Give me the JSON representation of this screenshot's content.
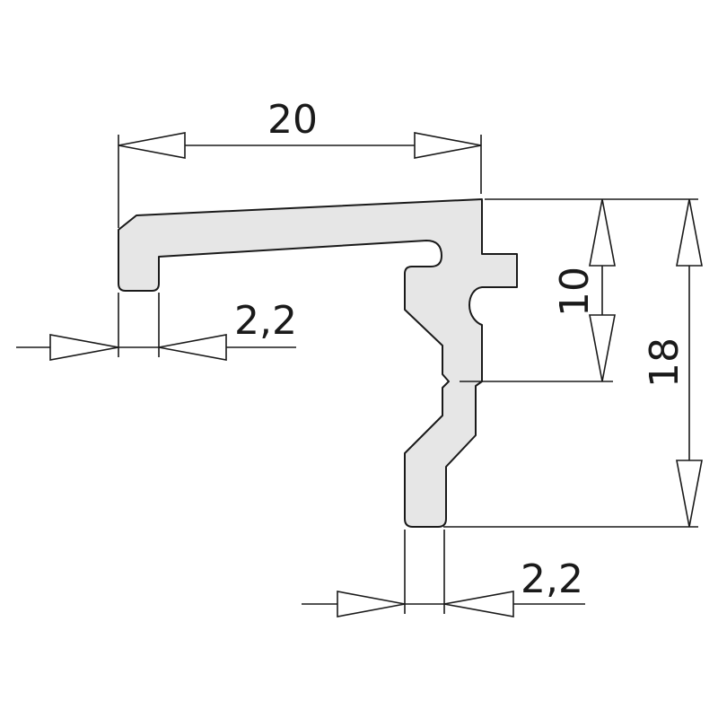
{
  "colors": {
    "line": "#1a1a1a",
    "profile_fill": "#e6e6e6",
    "background": "#ffffff"
  },
  "dimensions": {
    "width_top": "20",
    "height_total": "18",
    "height_partial": "10",
    "wall_left": "2,2",
    "wall_bottom": "2,2"
  }
}
